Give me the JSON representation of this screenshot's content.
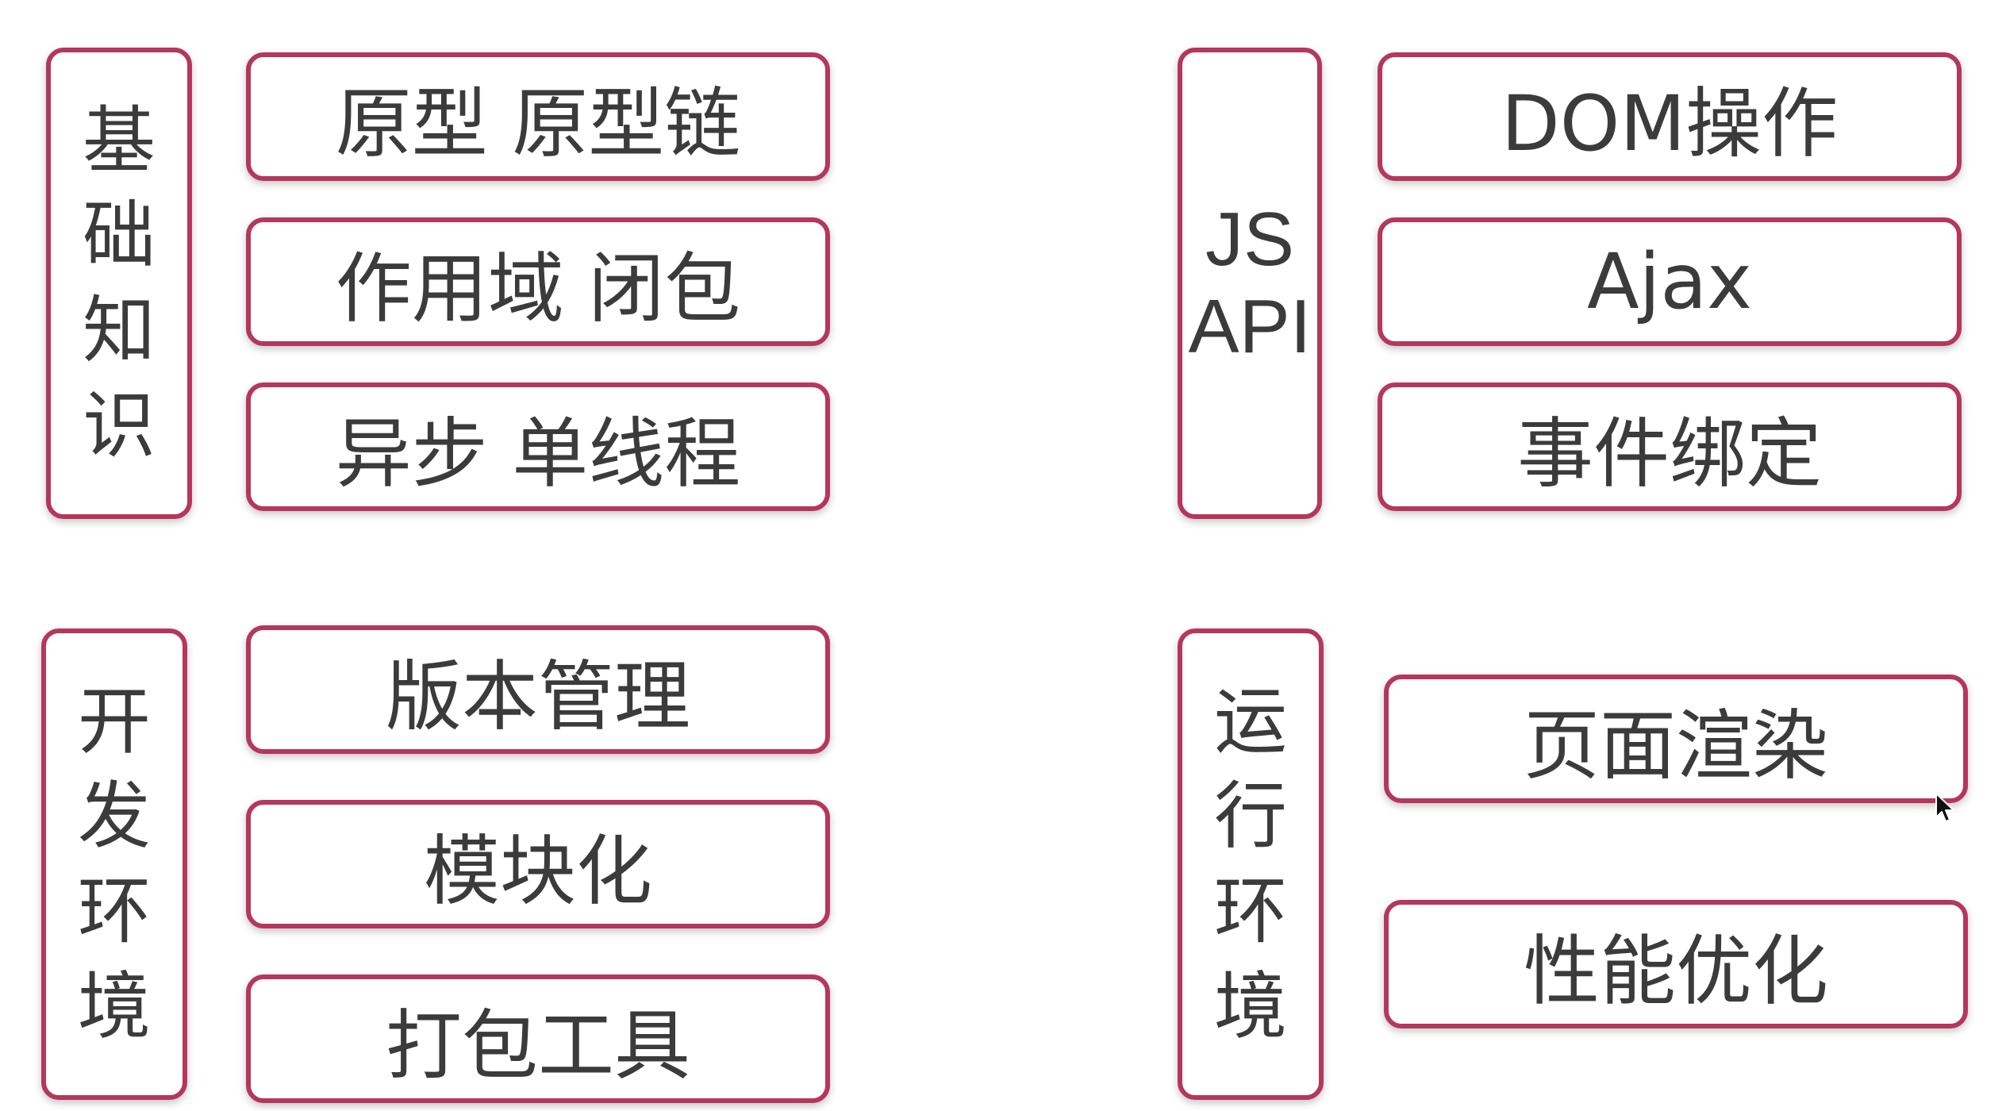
{
  "groups": {
    "basics": {
      "title_chars": [
        "基",
        "础",
        "知",
        "识"
      ],
      "items": [
        "原型 原型链",
        "作用域 闭包",
        "异步 单线程"
      ]
    },
    "js_api": {
      "title_lines": [
        "JS",
        "API"
      ],
      "items": [
        "DOM操作",
        "Ajax",
        "事件绑定"
      ]
    },
    "dev_env": {
      "title_chars": [
        "开",
        "发",
        "环",
        "境"
      ],
      "items": [
        "版本管理",
        "模块化",
        "打包工具"
      ]
    },
    "runtime_env": {
      "title_chars": [
        "运",
        "行",
        "环",
        "境"
      ],
      "items": [
        "页面渲染",
        "性能优化"
      ]
    }
  },
  "colors": {
    "border": "#b5375c",
    "text": "#3b3b3b",
    "background": "#ffffff"
  },
  "icons": {
    "cursor": "mouse-pointer-icon"
  }
}
